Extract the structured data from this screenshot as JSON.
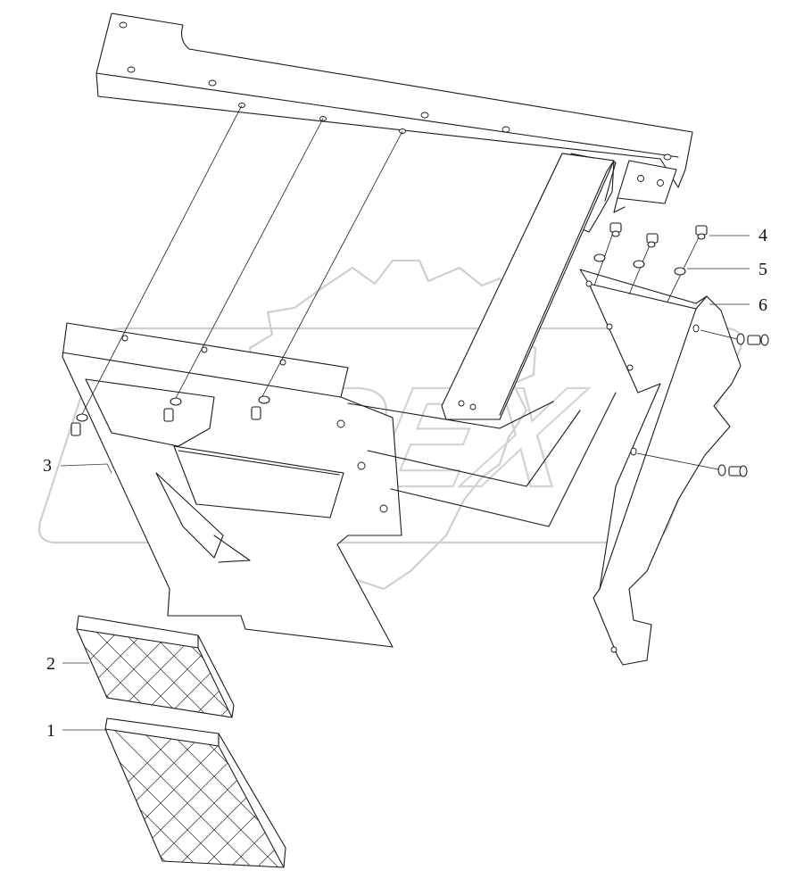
{
  "diagram": {
    "callouts": [
      {
        "id": "1",
        "label": "1"
      },
      {
        "id": "2",
        "label": "2"
      },
      {
        "id": "3",
        "label": "3"
      },
      {
        "id": "4",
        "label": "4"
      },
      {
        "id": "5",
        "label": "5"
      },
      {
        "id": "6",
        "label": "6"
      }
    ],
    "watermark": {
      "text": "OPEX"
    }
  }
}
